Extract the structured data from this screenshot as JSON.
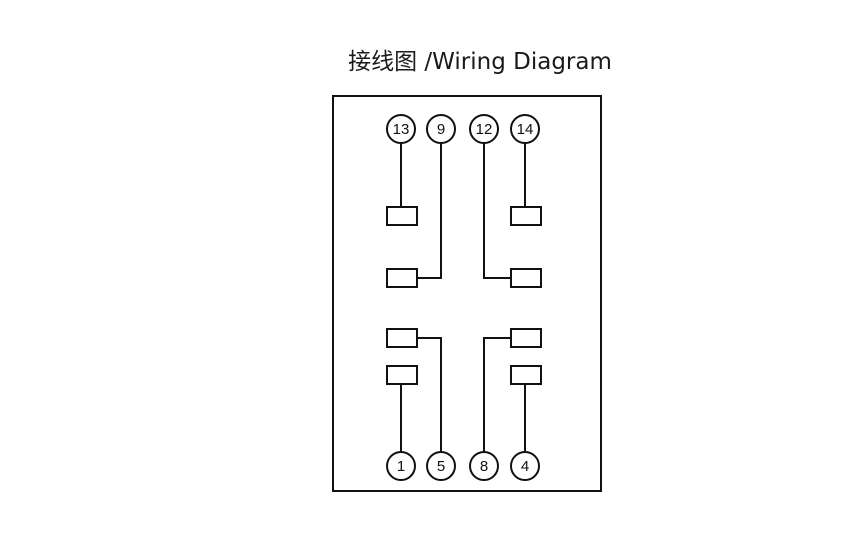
{
  "title": "接线图 /Wiring Diagram",
  "pins": {
    "top": [
      "13",
      "9",
      "12",
      "14"
    ],
    "bottom": [
      "1",
      "5",
      "8",
      "4"
    ]
  },
  "colors": {
    "stroke": "#111111",
    "background": "#ffffff"
  }
}
